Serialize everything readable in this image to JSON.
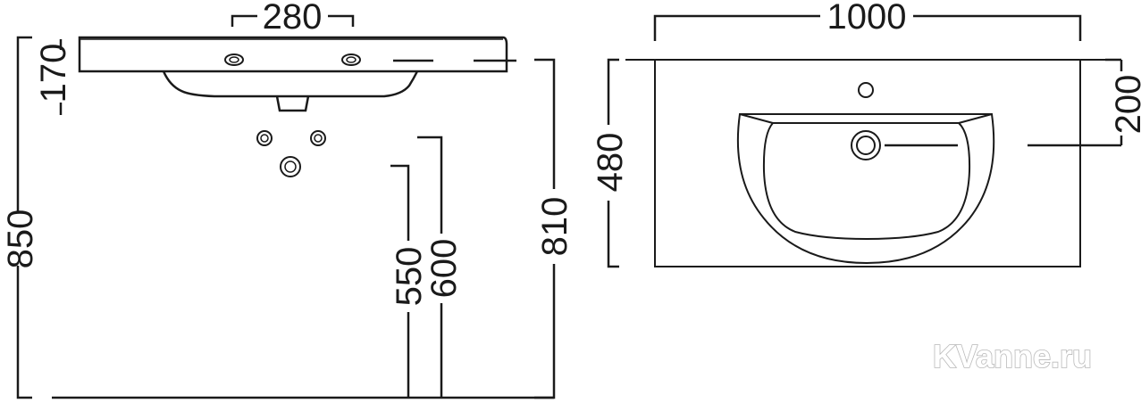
{
  "side_view": {
    "dim_top_holes": "280",
    "dim_slab_height": "170",
    "dim_total_height": "850",
    "dim_550": "550",
    "dim_600": "600",
    "dim_810": "810"
  },
  "top_view": {
    "dim_width": "1000",
    "dim_depth": "480",
    "dim_drain_offset": "200"
  },
  "watermark": "KVanne.ru"
}
